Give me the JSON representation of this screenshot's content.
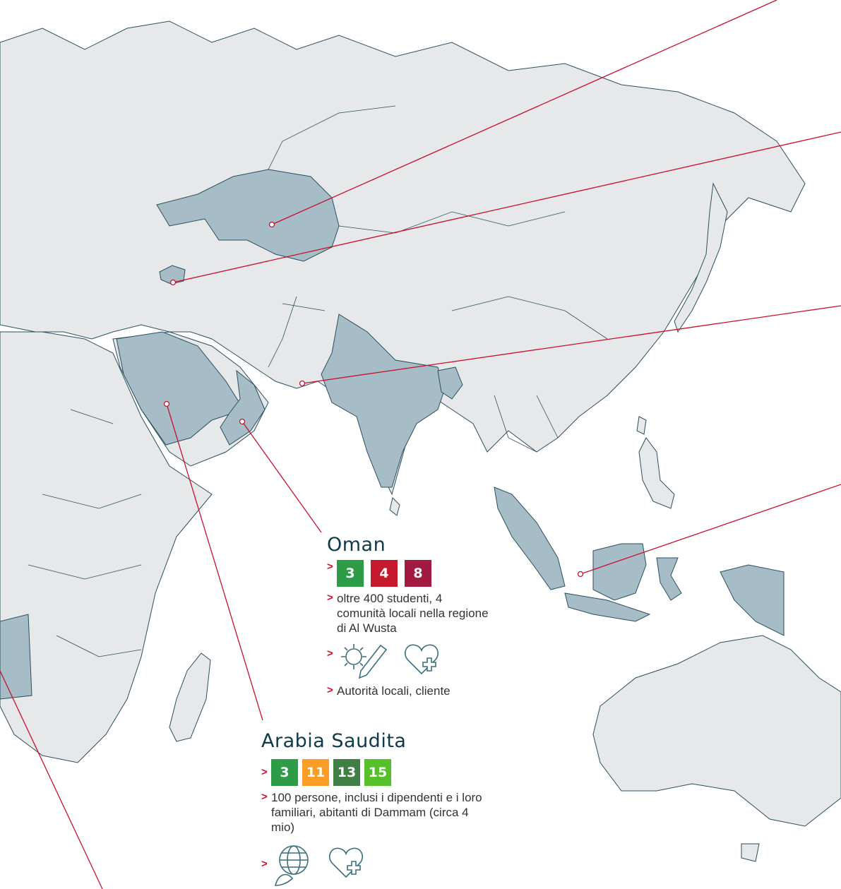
{
  "colors": {
    "land": "#e6e8e9",
    "highlight": "#a6bcc6",
    "border": "#2b4f5c",
    "leader": "#c8102e",
    "heading": "#0f3a4a"
  },
  "oman": {
    "title": "Oman",
    "sdgs": [
      {
        "num": "3",
        "color": "#2e9b47"
      },
      {
        "num": "4",
        "color": "#c5192d"
      },
      {
        "num": "8",
        "color": "#a21942"
      }
    ],
    "beneficiaries": "oltre 400 studenti, 4 comunità locali nella regione di Al Wusta",
    "icons": [
      "gear-pencil-icon",
      "heart-plus-icon"
    ],
    "partners": "Autorità locali, cliente"
  },
  "saudi": {
    "title": "Arabia Saudita",
    "sdgs": [
      {
        "num": "3",
        "color": "#2e9b47"
      },
      {
        "num": "11",
        "color": "#f99d26"
      },
      {
        "num": "13",
        "color": "#3f7e44"
      },
      {
        "num": "15",
        "color": "#56c02b"
      }
    ],
    "beneficiaries": "100 persone, inclusi i dipendenti e i loro familiari, abitanti di Dammam (circa 4 mio)",
    "icons": [
      "globe-leaf-icon",
      "heart-plus-icon"
    ]
  }
}
